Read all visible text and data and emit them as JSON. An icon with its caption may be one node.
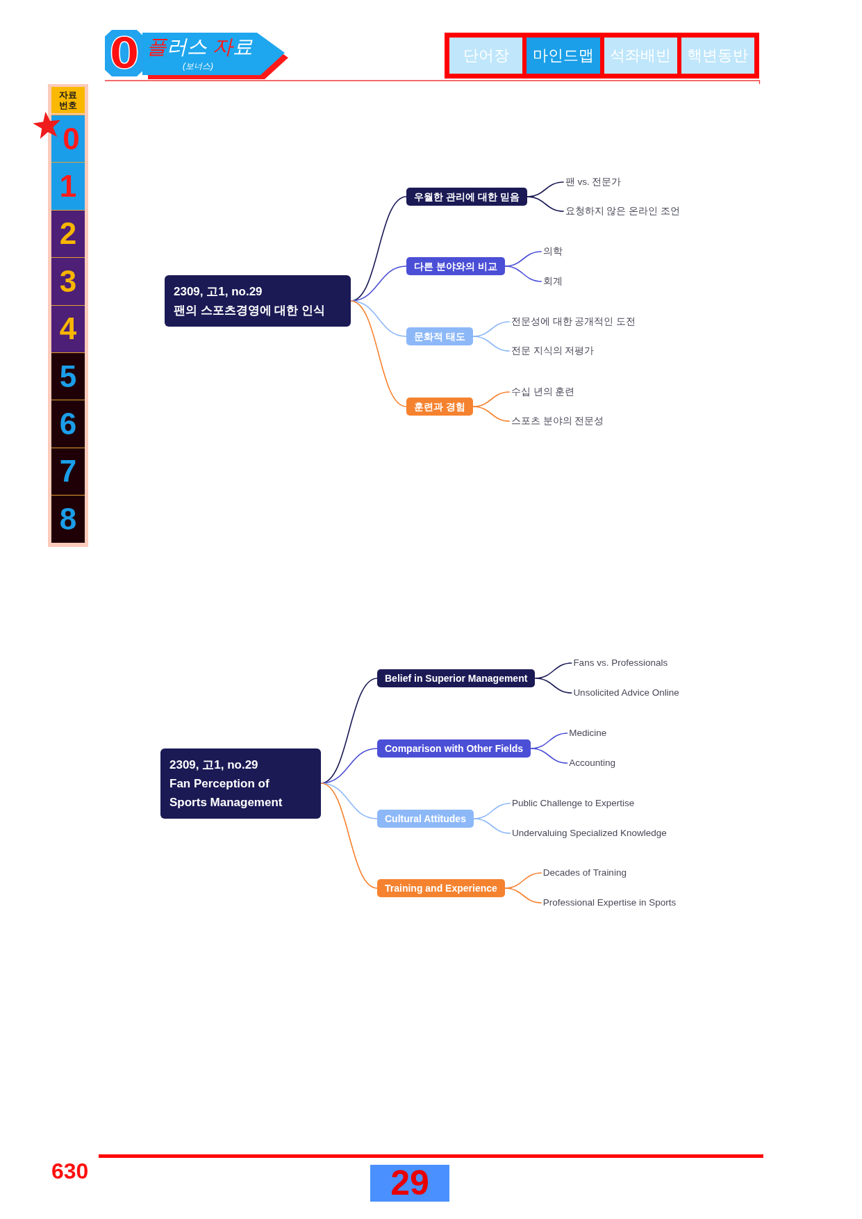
{
  "diagram": {
    "nodes": [
      {
        "text": [
          "2309, 고1, no.29",
          "팬의 스포츠경영에 대한 인식"
        ]
      },
      {
        "text": [
          "우월한 관리에 대한 믿음"
        ]
      },
      {
        "text": [
          "팬 vs. 전문가"
        ]
      },
      {
        "text": [
          "요청하지 않은 온라인 조언"
        ]
      },
      {
        "text": [
          "다른 분야와의 비교"
        ]
      },
      {
        "text": [
          "의학"
        ]
      },
      {
        "text": [
          "회계"
        ]
      },
      {
        "text": [
          "문화적 태도"
        ]
      },
      {
        "text": [
          "전문성에 대한 공개적인 도전"
        ]
      },
      {
        "text": [
          "전문 지식의 저평가"
        ]
      },
      {
        "text": [
          "훈련과 경험"
        ]
      },
      {
        "text": [
          "수십 년의 훈련"
        ]
      },
      {
        "text": [
          "스포츠 분야의 전문성"
        ]
      },
      {
        "text": [
          "2309, 고1, no.29",
          "Fan Perception of Sports Management"
        ]
      },
      {
        "text": [
          "Belief in Superior Management"
        ]
      },
      {
        "text": [
          "Fans vs. Professionals"
        ]
      },
      {
        "text": [
          "Unsolicited Advice Online"
        ]
      },
      {
        "text": [
          "Comparison with Other Fields"
        ]
      },
      {
        "text": [
          "Medicine"
        ]
      },
      {
        "text": [
          "Accounting"
        ]
      },
      {
        "text": [
          "Cultural Attitudes"
        ]
      },
      {
        "text": [
          "Public Challenge to Expertise"
        ]
      },
      {
        "text": [
          "Undervaluing Specialized Knowledge"
        ]
      },
      {
        "text": [
          "Training and Experience"
        ]
      },
      {
        "text": [
          "Decades of Training"
        ]
      },
      {
        "text": [
          "Professional Expertise in Sports"
        ]
      }
    ],
    "edges": [
      {
        "from": 0,
        "to": 1,
        "arrow": "none",
        "color": "#1b1a55"
      },
      {
        "from": 1,
        "to": 2,
        "arrow": "none",
        "color": "#1b1a55"
      },
      {
        "from": 1,
        "to": 3,
        "arrow": "none",
        "color": "#1b1a55"
      },
      {
        "from": 0,
        "to": 4,
        "arrow": "none",
        "color": "#4b4fd6"
      },
      {
        "from": 4,
        "to": 5,
        "arrow": "none",
        "color": "#4b4fd6"
      },
      {
        "from": 4,
        "to": 6,
        "arrow": "none",
        "color": "#4b4fd6"
      },
      {
        "from": 0,
        "to": 7,
        "arrow": "none",
        "color": "#8db8f8"
      },
      {
        "from": 7,
        "to": 8,
        "arrow": "none",
        "color": "#8db8f8"
      },
      {
        "from": 7,
        "to": 9,
        "arrow": "none",
        "color": "#8db8f8"
      },
      {
        "from": 0,
        "to": 10,
        "arrow": "none",
        "color": "#f5822f"
      },
      {
        "from": 10,
        "to": 11,
        "arrow": "none",
        "color": "#f5822f"
      },
      {
        "from": 10,
        "to": 12,
        "arrow": "none",
        "color": "#f5822f"
      },
      {
        "from": 13,
        "to": 14,
        "arrow": "none",
        "color": "#1b1a55"
      },
      {
        "from": 14,
        "to": 15,
        "arrow": "none",
        "color": "#1b1a55"
      },
      {
        "from": 14,
        "to": 16,
        "arrow": "none",
        "color": "#1b1a55"
      },
      {
        "from": 13,
        "to": 17,
        "arrow": "none",
        "color": "#4b4fd6"
      },
      {
        "from": 17,
        "to": 18,
        "arrow": "none",
        "color": "#4b4fd6"
      },
      {
        "from": 17,
        "to": 19,
        "arrow": "none",
        "color": "#4b4fd6"
      },
      {
        "from": 13,
        "to": 20,
        "arrow": "none",
        "color": "#8db8f8"
      },
      {
        "from": 20,
        "to": 21,
        "arrow": "none",
        "color": "#8db8f8"
      },
      {
        "from": 20,
        "to": 22,
        "arrow": "none",
        "color": "#8db8f8"
      },
      {
        "from": 13,
        "to": 23,
        "arrow": "none",
        "color": "#f5822f"
      },
      {
        "from": 23,
        "to": 24,
        "arrow": "none",
        "color": "#f5822f"
      },
      {
        "from": 23,
        "to": 25,
        "arrow": "none",
        "color": "#f5822f"
      }
    ],
    "labels": [
      "0",
      "플러스 자료",
      "(보너스)",
      "단어장",
      "마인드맵",
      "석좌배빈",
      "핵변동반",
      "자료 번호",
      "0",
      "1",
      "2",
      "3",
      "4",
      "5",
      "6",
      "7",
      "8",
      "630",
      "29"
    ]
  }
}
